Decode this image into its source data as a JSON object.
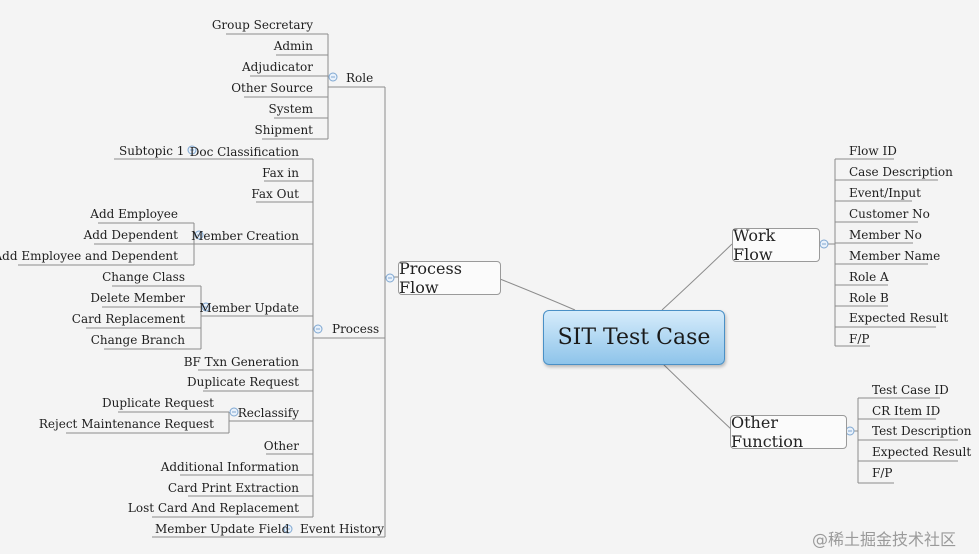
{
  "root": "SIT Test Case",
  "process_flow": {
    "label": "Process Flow",
    "role": {
      "label": "Role",
      "children": [
        "Group Secretary",
        "Admin",
        "Adjudicator",
        "Other Source",
        "System",
        "Shipment"
      ]
    },
    "process": {
      "label": "Process",
      "doc_classification": {
        "label": "Doc Classification",
        "children": [
          "Subtopic 1"
        ]
      },
      "fax_in": "Fax in",
      "fax_out": "Fax Out",
      "member_creation": {
        "label": "Member Creation",
        "children": [
          "Add Employee",
          "Add Dependent",
          "Add Employee and Dependent"
        ]
      },
      "member_update": {
        "label": "Member Update",
        "children": [
          "Change Class",
          "Delete Member",
          "Card Replacement",
          "Change Branch"
        ]
      },
      "bf_txn": "BF Txn Generation",
      "duplicate_request": "Duplicate Request",
      "reclassify": {
        "label": "Reclassify",
        "children": [
          "Duplicate Request",
          "Reject Maintenance Request"
        ]
      },
      "other": "Other",
      "additional_information": "Additional Information",
      "card_print_extraction": "Card Print Extraction",
      "lost_card": "Lost Card And Replacement"
    },
    "event_history": {
      "label": "Event History",
      "children": [
        "Member Update Field"
      ]
    }
  },
  "work_flow": {
    "label": "Work Flow",
    "children": [
      "Flow ID",
      "Case Description",
      "Event/Input",
      "Customer No",
      "Member No",
      "Member Name",
      "Role A",
      "Role B",
      "Expected Result",
      "F/P"
    ]
  },
  "other_function": {
    "label": "Other Function",
    "children": [
      "Test Case ID",
      "CR Item ID",
      "Test Description",
      "Expected Result",
      "F/P"
    ]
  },
  "watermark": "@稀土掘金技术社区"
}
